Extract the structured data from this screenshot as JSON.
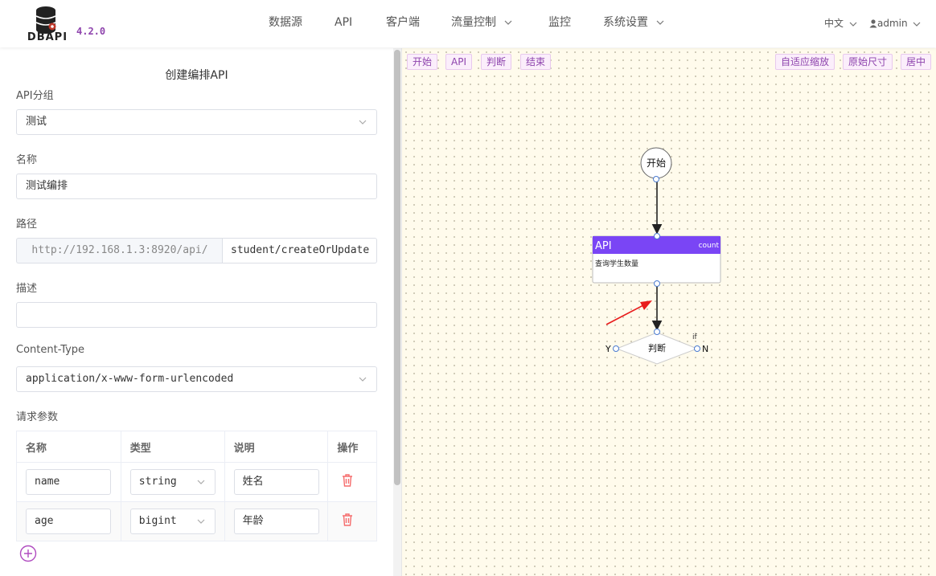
{
  "app": {
    "logo_text": "DBAPI",
    "version": "4.2.0"
  },
  "nav": {
    "items": [
      "数据源",
      "API",
      "客户端",
      "流量控制",
      "监控",
      "系统设置"
    ],
    "language": "中文",
    "user": "admin"
  },
  "form": {
    "title": "创建编排API",
    "group_label": "API分组",
    "group_value": "测试",
    "name_label": "名称",
    "name_value": "测试编排",
    "path_label": "路径",
    "path_prefix": "http://192.168.1.3:8920/api/",
    "path_value": "student/createOrUpdate",
    "desc_label": "描述",
    "desc_value": "",
    "content_type_label": "Content-Type",
    "content_type_value": "application/x-www-form-urlencoded",
    "params_label": "请求参数",
    "params_columns": [
      "名称",
      "类型",
      "说明",
      "操作"
    ],
    "params_rows": [
      {
        "name": "name",
        "type": "string",
        "desc": "姓名"
      },
      {
        "name": "age",
        "type": "bigint",
        "desc": "年龄"
      }
    ]
  },
  "canvas": {
    "toolbar_left": [
      "开始",
      "API",
      "判断",
      "结束"
    ],
    "toolbar_right": [
      "自适应缩放",
      "原始尺寸",
      "居中"
    ],
    "nodes": {
      "start_label": "开始",
      "api_title": "API",
      "api_tag": "count",
      "api_desc": "查询学生数量",
      "decision_label": "判断",
      "decision_tag": "if",
      "yes_label": "Y",
      "no_label": "N"
    },
    "colors": {
      "api_header": "#7a45f5",
      "arrow_annotation": "#e81c1c",
      "accent": "#8e44ad"
    }
  }
}
